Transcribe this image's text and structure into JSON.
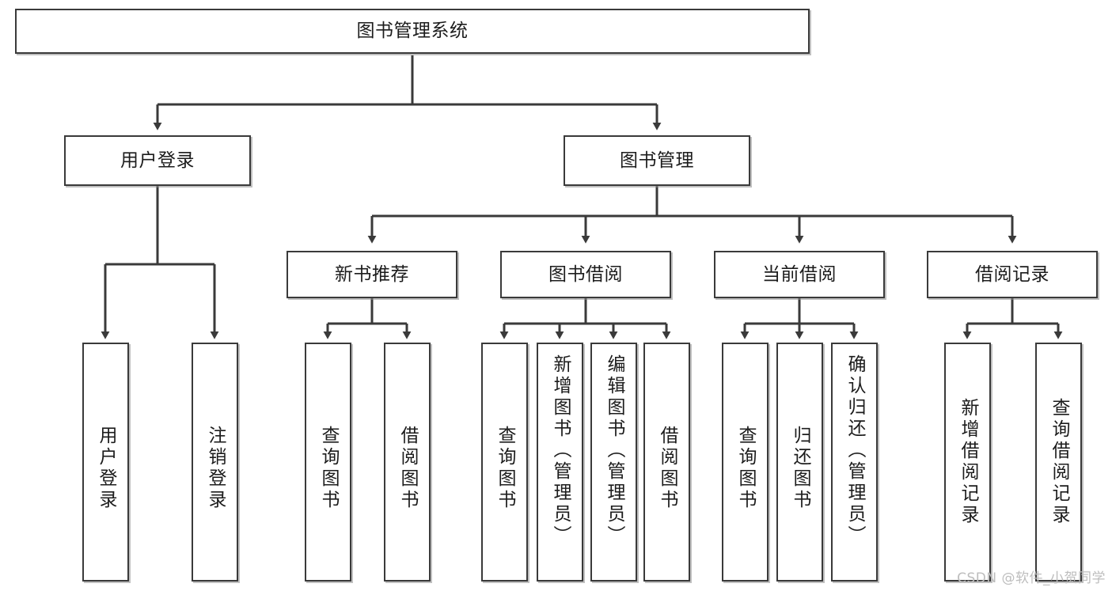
{
  "diagram": {
    "type": "tree-hierarchy",
    "title": "图书管理系统",
    "watermark": "CSDN @软件_小贺同学",
    "colors": {
      "box_border": "#3a3a3a",
      "box_fill": "#ffffff",
      "connector": "#3a3a3a",
      "text": "#1c1c1c",
      "watermark": "#bdbdbd"
    },
    "nodes": {
      "root": {
        "label": "图书管理系统"
      },
      "level2": [
        {
          "id": "user-login",
          "label": "用户登录"
        },
        {
          "id": "book-manage",
          "label": "图书管理"
        }
      ],
      "level3": [
        {
          "id": "new-book-recommend",
          "label": "新书推荐"
        },
        {
          "id": "book-borrow",
          "label": "图书借阅"
        },
        {
          "id": "current-borrow",
          "label": "当前借阅"
        },
        {
          "id": "borrow-record",
          "label": "借阅记录"
        }
      ],
      "leaves": {
        "user-login": [
          {
            "id": "leaf-user-login",
            "label": "用户登录"
          },
          {
            "id": "leaf-logout-login",
            "label": "注销登录"
          }
        ],
        "new-book-recommend": [
          {
            "id": "leaf-query-book-1",
            "label": "查询图书"
          },
          {
            "id": "leaf-borrow-book-1",
            "label": "借阅图书"
          }
        ],
        "book-borrow": [
          {
            "id": "leaf-query-book-2",
            "label": "查询图书"
          },
          {
            "id": "leaf-add-book",
            "label": "新增图书（管理员）"
          },
          {
            "id": "leaf-edit-book",
            "label": "编辑图书（管理员）"
          },
          {
            "id": "leaf-borrow-book-2",
            "label": "借阅图书"
          }
        ],
        "current-borrow": [
          {
            "id": "leaf-query-book-3",
            "label": "查询图书"
          },
          {
            "id": "leaf-return-book",
            "label": "归还图书"
          },
          {
            "id": "leaf-confirm-return",
            "label": "确认归还（管理员）"
          }
        ],
        "borrow-record": [
          {
            "id": "leaf-add-record",
            "label": "新增借阅记录"
          },
          {
            "id": "leaf-query-record",
            "label": "查询借阅记录"
          }
        ]
      }
    }
  }
}
